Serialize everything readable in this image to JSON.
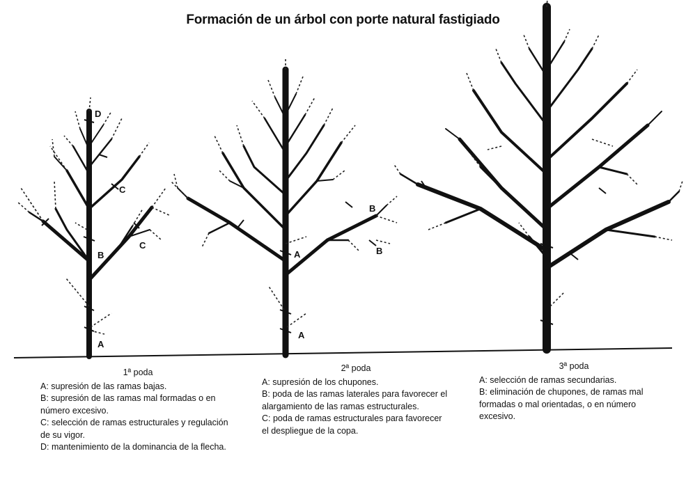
{
  "title": "Formación de un árbol con porte natural fastigiado",
  "trees": [
    {
      "heading": "1ª poda",
      "letters": [
        "A",
        "B",
        "C",
        "C",
        "D"
      ],
      "notes": [
        "A: supresión de las ramas bajas.",
        "B: supresión de las ramas mal formadas o en número excesivo.",
        "C: selección de ramas estructurales y regulación de su vigor.",
        "D: mantenimiento de la dominancia de la flecha."
      ]
    },
    {
      "heading": "2ª poda",
      "letters": [
        "A",
        "A",
        "B",
        "B"
      ],
      "notes": [
        "A: supresión de los chupones.",
        "B: poda de las ramas laterales para favorecer el alargamiento de las ramas estructurales.",
        "C: poda de ramas estructurales para favorecer el despliegue de la copa."
      ]
    },
    {
      "heading": "3ª poda",
      "notes": [
        "A: selección de ramas secundarias.",
        "B: eliminación de chupones, de ramas mal formadas o mal orientadas, o en número excesivo."
      ]
    }
  ]
}
